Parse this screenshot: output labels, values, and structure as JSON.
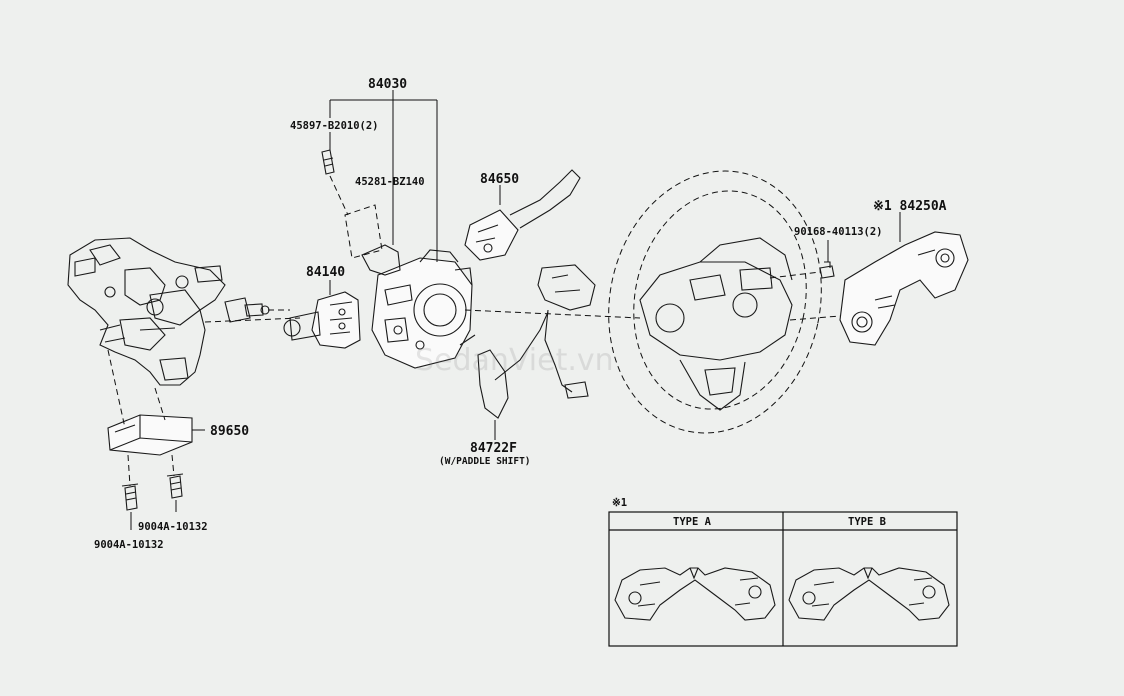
{
  "parts": {
    "p84030": "84030",
    "p45897": "45897-B2010(2)",
    "p45281": "45281-BZ140",
    "p84650": "84650",
    "p84140": "84140",
    "p89650": "89650",
    "p9004a_right": "9004A-10132",
    "p9004a_left": "9004A-10132",
    "p84722f": "84722F",
    "p84722f_note": "(W/PADDLE SHIFT)",
    "p90168": "90168-40113(2)",
    "p84250a": "※1 84250A"
  },
  "inset": {
    "marker": "※1",
    "type_a": "TYPE A",
    "type_b": "TYPE B"
  },
  "watermark": "SedanViet.vn"
}
